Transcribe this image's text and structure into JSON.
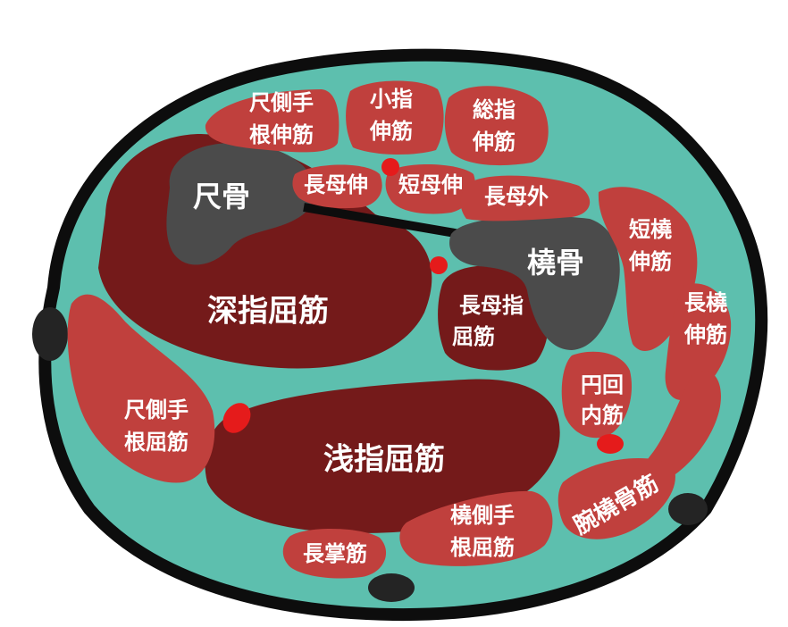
{
  "colors": {
    "outline": "#0d0d0d",
    "fascia": "#5dbfae",
    "muscle": "#c0403d",
    "deep_muscle": "#741a1a",
    "bone": "#4b4b4b",
    "vessel": "#e51b1b",
    "nerve_dark": "#242424",
    "label": "#ffffff"
  },
  "labels": {
    "ulna": "尺骨",
    "radius": "橈骨",
    "fdp": "深指屈筋",
    "fds": "浅指屈筋",
    "fpl_1": "長母指",
    "fpl_2": "屈筋",
    "ecu_1": "尺側手",
    "ecu_2": "根伸筋",
    "edm_1": "小指",
    "edm_2": "伸筋",
    "edc_1": "総指",
    "edc_2": "伸筋",
    "epl": "長母伸",
    "epb": "短母伸",
    "apl": "長母外",
    "ecrb_1": "短橈",
    "ecrb_2": "伸筋",
    "ecrl_1": "長橈",
    "ecrl_2": "伸筋",
    "pt_1": "円回",
    "pt_2": "内筋",
    "fcu_1": "尺側手",
    "fcu_2": "根屈筋",
    "fcr_1": "橈側手",
    "fcr_2": "根屈筋",
    "pl": "長掌筋",
    "br": "腕橈骨筋"
  }
}
